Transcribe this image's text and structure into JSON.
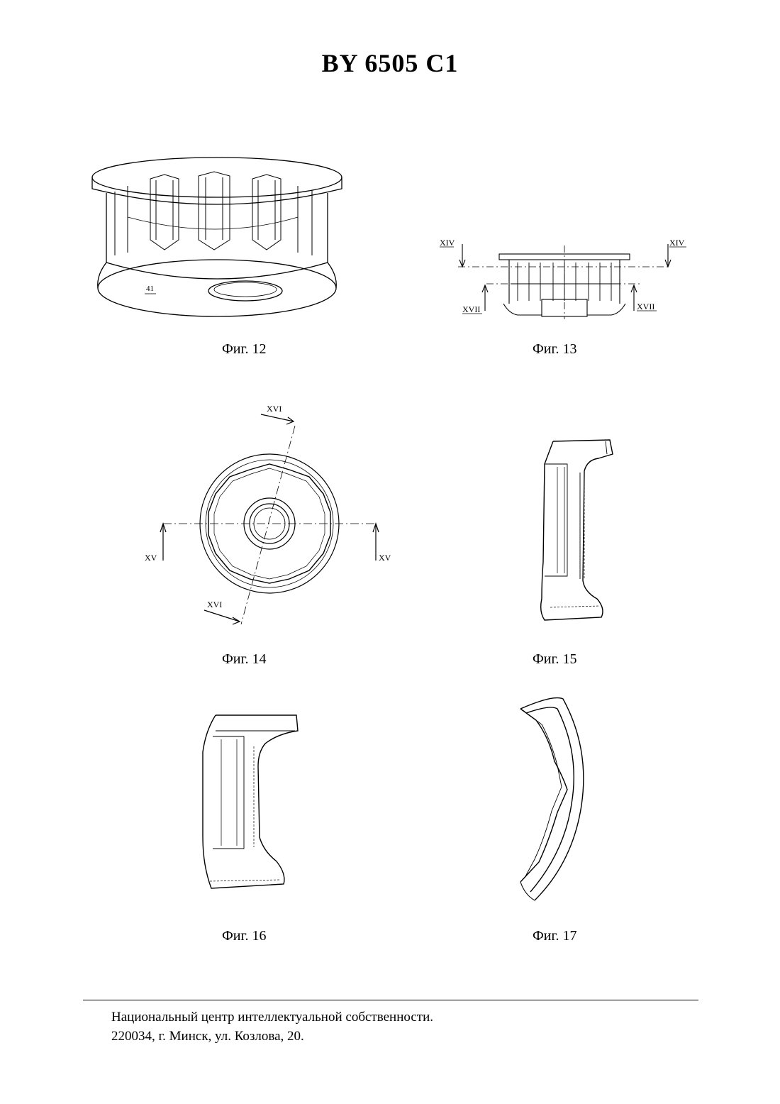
{
  "header": {
    "doc_number": "BY 6505 C1"
  },
  "figures": [
    {
      "caption": "Фиг. 12",
      "part_label": "41"
    },
    {
      "caption": "Фиг. 13",
      "section_labels": [
        "XIV",
        "XIV",
        "XVII",
        "XVII"
      ]
    },
    {
      "caption": "Фиг. 14",
      "section_labels": [
        "XVI",
        "XVI",
        "XV",
        "XV"
      ]
    },
    {
      "caption": "Фиг. 15"
    },
    {
      "caption": "Фиг. 16"
    },
    {
      "caption": "Фиг. 17"
    }
  ],
  "footer": {
    "line1": "Национальный центр интеллектуальной собственности.",
    "line2": "220034, г. Минск, ул. Козлова, 20."
  }
}
